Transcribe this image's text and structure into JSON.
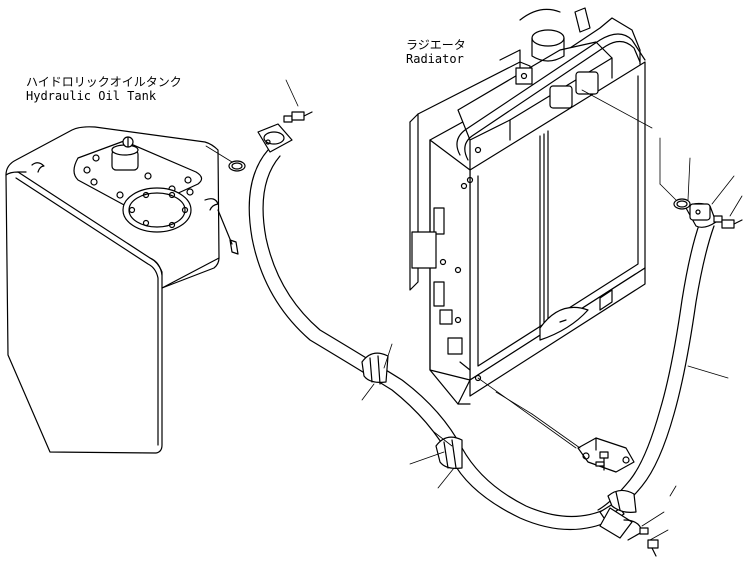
{
  "labels": {
    "tank_jp": "ハイドロリックオイルタンク",
    "tank_en": "Hydraulic Oil Tank",
    "radiator_jp": "ラジエータ",
    "radiator_en": "Radiator"
  },
  "components": [
    {
      "name": "hydraulic-oil-tank",
      "label_ref": "tank_en"
    },
    {
      "name": "radiator",
      "label_ref": "radiator_en"
    },
    {
      "name": "hose"
    },
    {
      "name": "o-ring"
    },
    {
      "name": "hose-clamp"
    },
    {
      "name": "bolt"
    },
    {
      "name": "bracket"
    }
  ]
}
